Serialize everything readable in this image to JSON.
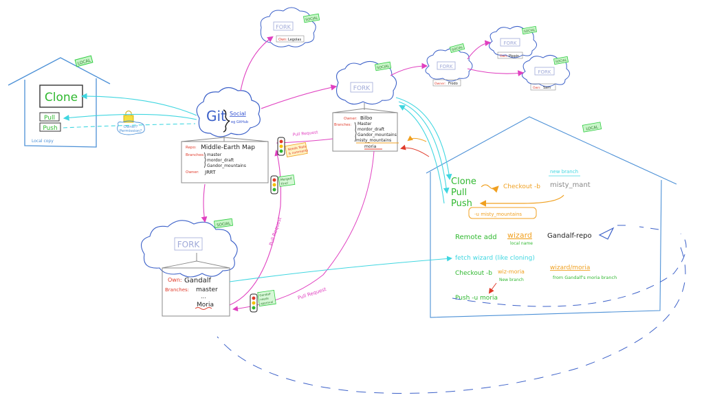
{
  "colors": {
    "house": "#4a8fd6",
    "cloud": "#3a5fc8",
    "social": "#2f4fd0",
    "tag_green": "#2ecc40",
    "clone_green": "#2fb82f",
    "pink": "#e040c0",
    "cyan": "#3fd6e0",
    "orange": "#f0a020",
    "red": "#e03a2a",
    "fork_text": "#9fa9d8",
    "gray": "#888888"
  },
  "tags": {
    "local": "LOCAL",
    "social": "SOCIAL"
  },
  "local_house": {
    "clone": "Clone",
    "pull": "Pull",
    "push": "Push",
    "caption": "Local copy"
  },
  "lock": {
    "line1": "Owner?",
    "line2": "Permission?"
  },
  "git_cloud": {
    "git": "Git",
    "social": "Social",
    "brand": "eg GitHub"
  },
  "repo_card": {
    "repo_label": "Repo:",
    "repo_name": "Middle-Earth Map",
    "branches_label": "Branches:",
    "branches": [
      "master",
      "mordor_draft",
      "Gandor_mountains"
    ],
    "owner_label": "Owner:",
    "owner": "JRRT"
  },
  "fork_top": {
    "fork": "FORK",
    "owner_label": "Own:",
    "owner": "Legolas"
  },
  "bilbo_fork": {
    "fork": "FORK",
    "owner_label": "Owner:",
    "owner": "Bilbo",
    "branches_label": "Branches:",
    "branches": [
      "Master",
      "mordor_draft",
      "Gandor_mountains",
      "misty_mountains",
      "moria"
    ]
  },
  "frodo_fork": {
    "fork": "FORK",
    "owner_label": "Owner:",
    "owner": "Frodo"
  },
  "pippin_fork": {
    "fork": "FORK",
    "owner_label": "Own:",
    "owner": "Pippin"
  },
  "sam_fork": {
    "fork": "FORK",
    "owner_label": "Own:",
    "owner": "Sam"
  },
  "gandalf_fork": {
    "fork": "FORK",
    "owner_label": "Own:",
    "owner": "Gandalf",
    "branches_label": "Branches:",
    "branches": [
      "master",
      "...",
      "Moria"
    ]
  },
  "pull_requests": {
    "pr1": "Pull Request",
    "pr2": "Pull Request",
    "pr3": "Pull Request"
  },
  "signals": {
    "s1_line1": "Needs Tests",
    "s1_line2": "& comments",
    "s2_line1": "Merged",
    "s2_line2": "Fine!",
    "s3_line1": "Gandalf",
    "s3_line2": "needs",
    "s3_line3": "approval"
  },
  "right_house": {
    "clone": "Clone",
    "pull": "Pull",
    "push": "Push",
    "checkout_cmd": "Checkout -b",
    "checkout_branch": "misty_mant",
    "new_branch_note": "new branch",
    "push_u": "-u misty_mountains",
    "remote_add": "Remote add",
    "wizard": "wizard",
    "local_name": "local name",
    "gandalf_repo": "Gandalf-repo",
    "fetch": "fetch wizard (like cloning)",
    "checkout2": "Checkout -b",
    "wiz_moria": "wiz-moria",
    "wizard_moria": "wizard/moria",
    "new_branch2": "New branch",
    "from_note": "from Gandalf's moria branch",
    "push_moria": "Push -u moria"
  }
}
